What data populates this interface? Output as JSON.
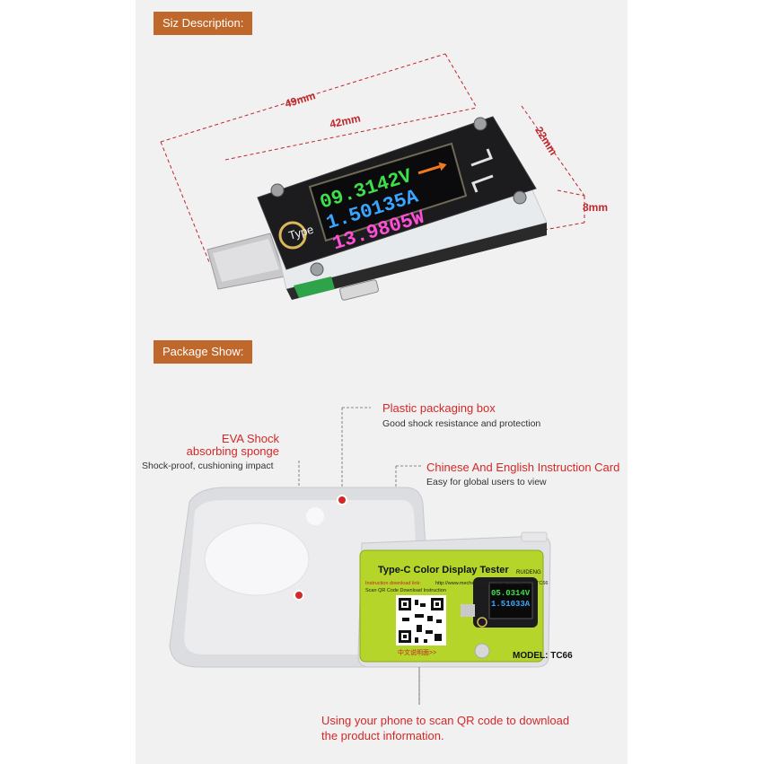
{
  "sections": {
    "size_label": "Siz Description:",
    "package_label": "Package Show:"
  },
  "dimensions": {
    "overall_length": "49mm",
    "body_length": "42mm",
    "width": "22mm",
    "thickness": "8mm"
  },
  "device": {
    "display_voltage": "09.3142V",
    "display_current": "1.50135A",
    "display_power": "13.9805W",
    "logo": "Type"
  },
  "annotations": {
    "plastic_box_title": "Plastic packaging box",
    "plastic_box_desc": "Good shock resistance and protection",
    "eva_title_line1": "EVA Shock",
    "eva_title_line2": "absorbing sponge",
    "eva_desc": "Shock-proof, cushioning impact",
    "card_title": "Chinese And English Instruction Card",
    "card_desc": "Easy for global users to view",
    "qr_line1": "Using your phone to scan QR code to download",
    "qr_line2": "the product information."
  },
  "card": {
    "title": "Type-C Color Display Tester",
    "brand": "RUIDENG",
    "download_label": "Instruction download link:",
    "download_url": "http://www.mecheline.com/lolderpipdfdty?ry?=TC66",
    "scan_label": "Scan QR Code Download Instruction",
    "cn_link": "中文说明面>>",
    "model": "MODEL: TC66",
    "mini_voltage": "05.0314V",
    "mini_current": "1.51033A"
  },
  "colors": {
    "label_bg": "#c0682c",
    "annotation_red": "#d42828",
    "dimension_red": "#c0262b",
    "card_green": "#b5d52a",
    "screen_green": "#3ee04a",
    "screen_cyan": "#3aa6ff",
    "screen_magenta": "#ff4fd6",
    "screen_orange": "#f07a1f"
  }
}
